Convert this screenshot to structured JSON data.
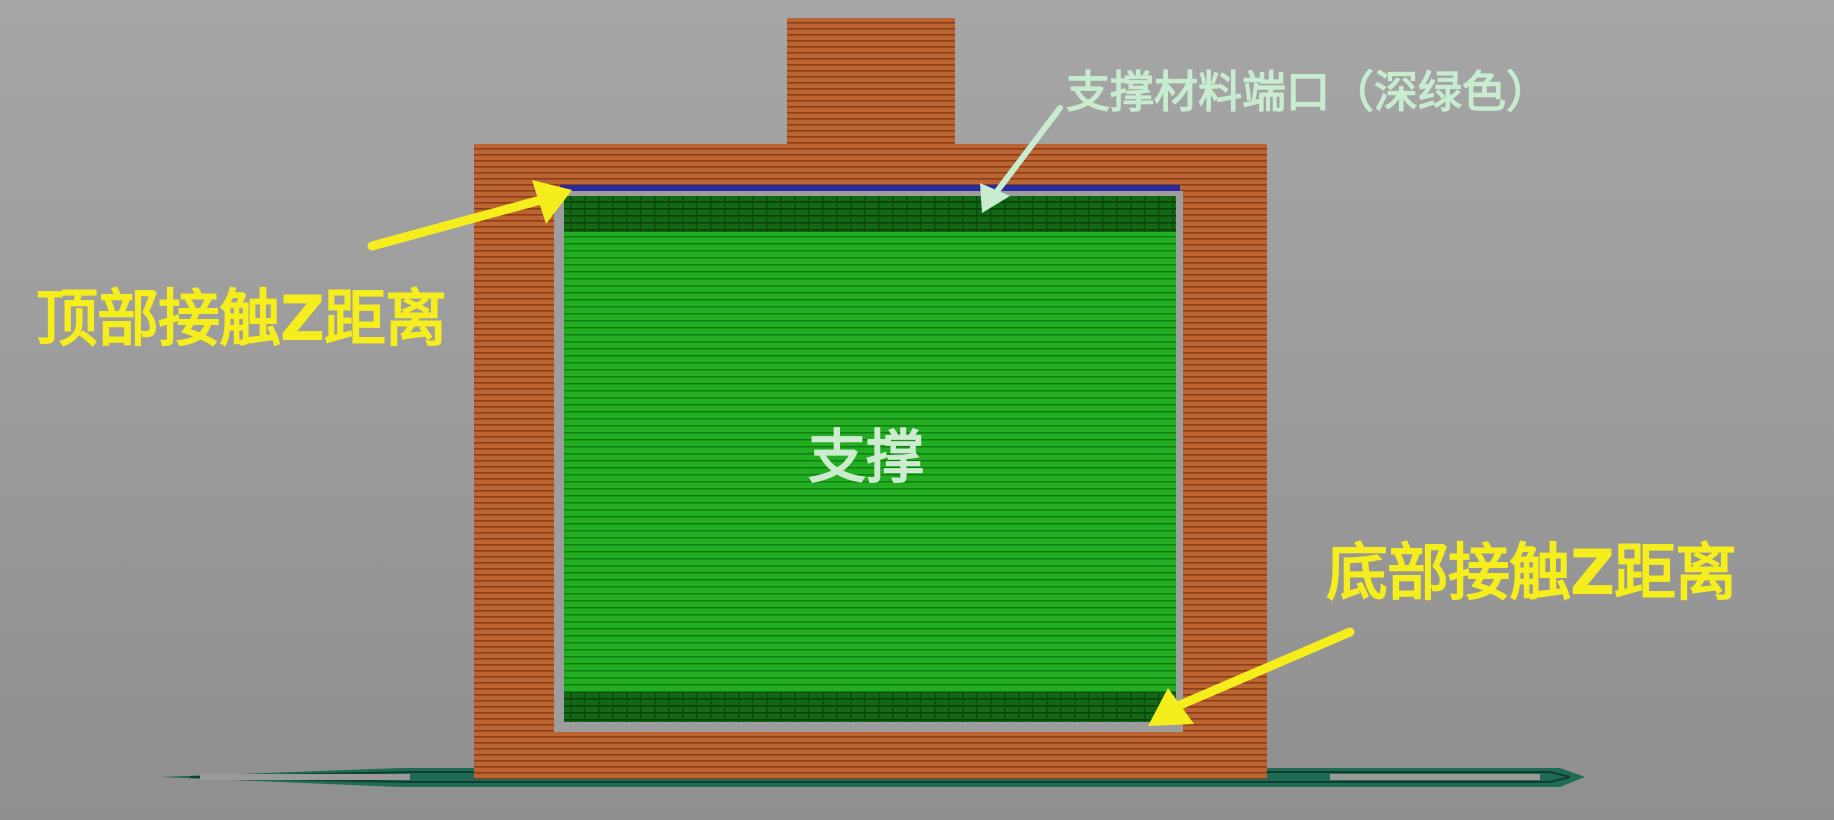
{
  "labels": {
    "top_contact_z_distance": "顶部接触Z距离",
    "bottom_contact_z_distance": "底部接触Z距离",
    "support_interface": "支撑材料端口（深绿色）",
    "support": "支撑"
  },
  "colors": {
    "background": "#9c9c9c",
    "model_orange": "#b8602e",
    "model_line": "#8a3f18",
    "support_green": "#1fa81f",
    "support_line": "#0f7a0f",
    "interface_dark_green": "#0e5a10",
    "contact_blue": "#2a2aa0",
    "brim_teal": "#1f6b55",
    "arrow_yellow": "#f5ee1c",
    "arrow_pale_green": "#c8ecd0"
  }
}
